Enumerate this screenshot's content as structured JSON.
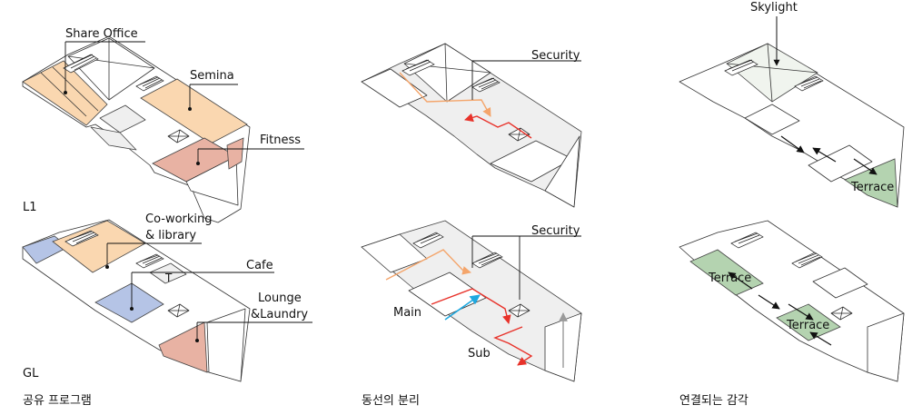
{
  "colors": {
    "orange_fill": "#fad7b0",
    "salmon_fill": "#e8b2a3",
    "blue_fill": "#b5c4e6",
    "green_fill": "#b4d3b0",
    "grey_fill": "#eeeeee",
    "skylight_fill": "#f0f4ee",
    "orange_arrow": "#f4a56b",
    "red_arrow": "#e8322a",
    "cyan_arrow": "#1ea8e0",
    "grey_arrow": "#9a9a9a",
    "line": "#111111"
  },
  "panels": {
    "program": {
      "caption": "공유 프로그램",
      "l1": {
        "floor_label": "L1",
        "share_office": "Share Office",
        "semina": "Semina",
        "fitness": "Fitness"
      },
      "gl": {
        "floor_label": "GL",
        "coworking_line1": "Co-working",
        "coworking_line2": "& library",
        "cafe": "Cafe",
        "t_mark": "T",
        "lounge_line1": "Lounge",
        "lounge_line2": "&Laundry"
      }
    },
    "circulation": {
      "caption": "동선의 분리",
      "l1": {
        "security": "Security"
      },
      "gl": {
        "security": "Security",
        "main": "Main",
        "sub": "Sub"
      }
    },
    "connection": {
      "caption": "연결되는 감각",
      "l1": {
        "skylight": "Skylight",
        "terrace": "Terrace"
      },
      "gl": {
        "terrace_a": "Terrace",
        "terrace_b": "Terrace"
      }
    }
  }
}
